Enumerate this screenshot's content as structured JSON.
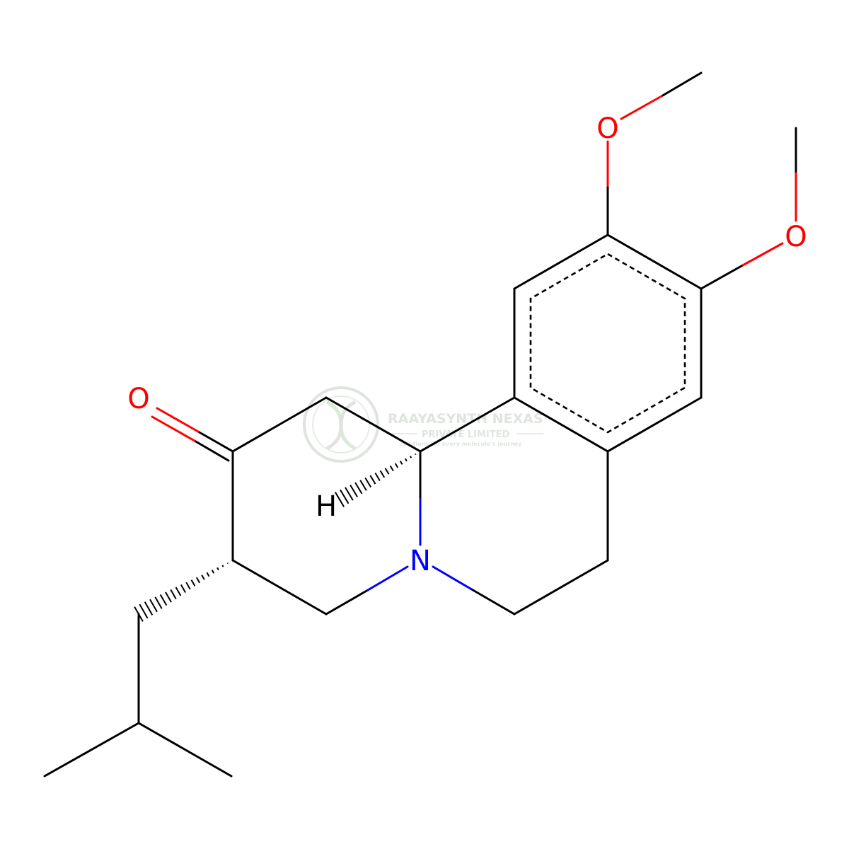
{
  "molecule": {
    "atoms": {
      "O_carbonyl": "O",
      "O_methoxy_top": "O",
      "O_methoxy_right": "O",
      "N_ring": "N",
      "H_stereo": "H"
    },
    "colors": {
      "oxygen": "#ff0000",
      "nitrogen": "#0000ff",
      "carbon": "#000000"
    }
  },
  "watermark": {
    "company": "RAAYASYNTH NEXAS",
    "subtitle": "PRIVATE LIMITED",
    "tagline": "solutions for every molecule's journey",
    "color": "#c6cfc6"
  }
}
